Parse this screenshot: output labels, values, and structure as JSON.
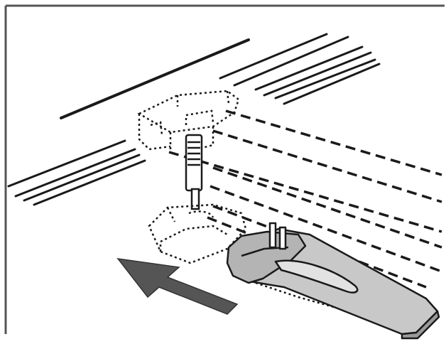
{
  "diagram": {
    "caption": "",
    "colors": {
      "ink": "#1a1a1a",
      "frame": "#555555",
      "tool_fill": "#c8c8c8",
      "tool_shade": "#9a9a9a",
      "arrow_fill": "#555555",
      "background": "#ffffff"
    },
    "parts": [
      {
        "name": "machine-frame-outline",
        "style": "dashed"
      },
      {
        "name": "upper-rail",
        "style": "solid"
      },
      {
        "name": "lower-rail",
        "style": "solid"
      },
      {
        "name": "leveling-foot",
        "style": "solid"
      },
      {
        "name": "foot-bracket",
        "style": "dotted"
      },
      {
        "name": "base-pad",
        "style": "dotted"
      },
      {
        "name": "wrench-tool",
        "style": "solid-shaded"
      },
      {
        "name": "direction-arrow",
        "style": "filled",
        "direction": "up-right"
      }
    ]
  }
}
